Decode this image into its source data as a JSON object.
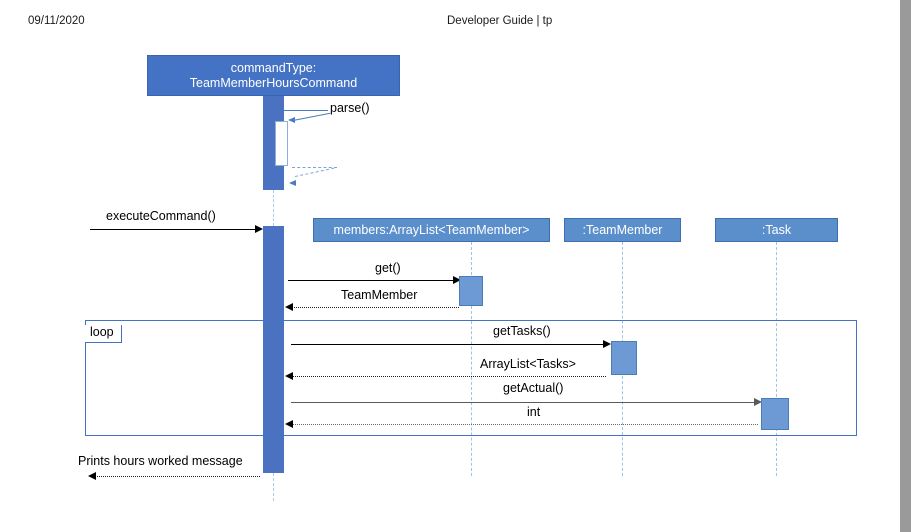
{
  "header": {
    "date": "09/11/2020",
    "title": "Developer Guide | tp"
  },
  "diagram": {
    "type": "uml-sequence-diagram",
    "colors": {
      "participant_header_fill": "#5b8fcc",
      "command_box_fill": "#4472c4",
      "activation_fill": "#4a72c0",
      "activation_light_fill": "#6d9ad4",
      "lifeline_dash": "#9dc3e6",
      "fragment_border": "#4472c4"
    },
    "participants": [
      {
        "id": "command",
        "label_line1": "commandType:",
        "label_line2": "TeamMemberHoursCommand"
      },
      {
        "id": "members",
        "label": "members:ArrayList<TeamMember>"
      },
      {
        "id": "teammember",
        "label": ":TeamMember"
      },
      {
        "id": "task",
        "label": ":Task"
      }
    ],
    "messages": [
      {
        "index": 1,
        "label": "parse()",
        "kind": "self-call",
        "from": "command",
        "to": "command"
      },
      {
        "index": 2,
        "label": "executeCommand()",
        "kind": "call",
        "from": "actor",
        "to": "command"
      },
      {
        "index": 3,
        "label": "get()",
        "kind": "call",
        "from": "command",
        "to": "members"
      },
      {
        "index": 4,
        "label": "TeamMember",
        "kind": "return",
        "from": "members",
        "to": "command"
      },
      {
        "index": 5,
        "label": "getTasks()",
        "kind": "call",
        "from": "command",
        "to": "teammember"
      },
      {
        "index": 6,
        "label": "ArrayList<Tasks>",
        "kind": "return",
        "from": "teammember",
        "to": "command"
      },
      {
        "index": 7,
        "label": "getActual()",
        "kind": "call",
        "from": "command",
        "to": "task"
      },
      {
        "index": 8,
        "label": "int",
        "kind": "return",
        "from": "task",
        "to": "command"
      },
      {
        "index": 9,
        "label": "Prints hours worked message",
        "kind": "return",
        "from": "command",
        "to": "actor"
      }
    ],
    "fragment": {
      "operator": "loop"
    }
  }
}
